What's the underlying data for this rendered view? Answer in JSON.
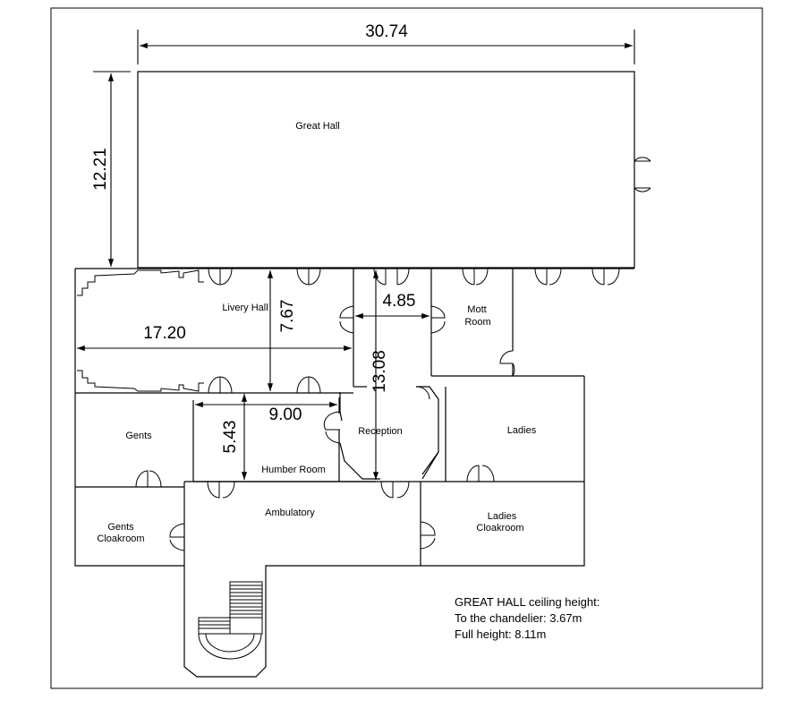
{
  "rooms": {
    "great_hall": "Great  Hall",
    "livery_hall": "Livery  Hall",
    "mott_room_1": "Mott",
    "mott_room_2": "Room",
    "reception": "Reception",
    "ladies": "Ladies",
    "gents": "Gents",
    "humber_room": "Humber  Room",
    "ambulatory": "Ambulatory",
    "gents_cloakroom_1": "Gents",
    "gents_cloakroom_2": "Cloakroom",
    "ladies_cloakroom_1": "Ladies",
    "ladies_cloakroom_2": "Cloakroom"
  },
  "dimensions": {
    "great_hall_width": "30.74",
    "great_hall_depth": "12.21",
    "livery_hall_length": "17.20",
    "livery_hall_depth": "7.67",
    "corridor_width": "4.85",
    "corridor_length": "13.08",
    "humber_room_width": "9.00",
    "humber_room_depth": "5.43"
  },
  "notes": {
    "title": "GREAT HALL ceiling height:",
    "chandelier": "To the chandelier: 3.67m",
    "full": "Full height: 8.11m"
  }
}
